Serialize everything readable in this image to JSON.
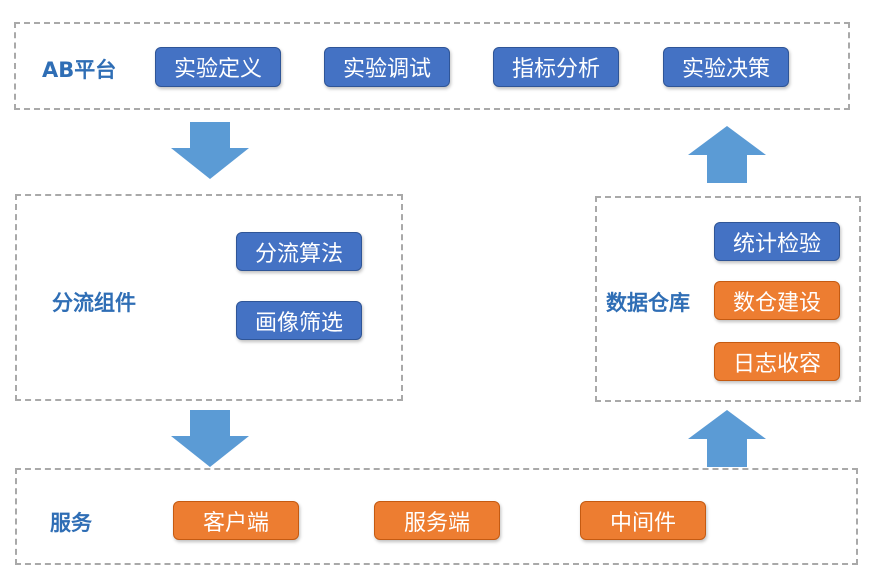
{
  "colors": {
    "blue": "#4472c4",
    "orange": "#ed7d31",
    "arrow": "#5b9bd5",
    "title": "#2f6eb5",
    "border": "#a9a9a9"
  },
  "ab_platform": {
    "title": "AB平台",
    "items": [
      "实验定义",
      "实验调试",
      "指标分析",
      "实验决策"
    ]
  },
  "splitter": {
    "title": "分流组件",
    "items": [
      "分流算法",
      "画像筛选"
    ]
  },
  "warehouse": {
    "title": "数据仓库",
    "items": [
      "统计检验",
      "数仓建设",
      "日志收容"
    ]
  },
  "service": {
    "title": "服务",
    "items": [
      "客户端",
      "服务端",
      "中间件"
    ]
  }
}
